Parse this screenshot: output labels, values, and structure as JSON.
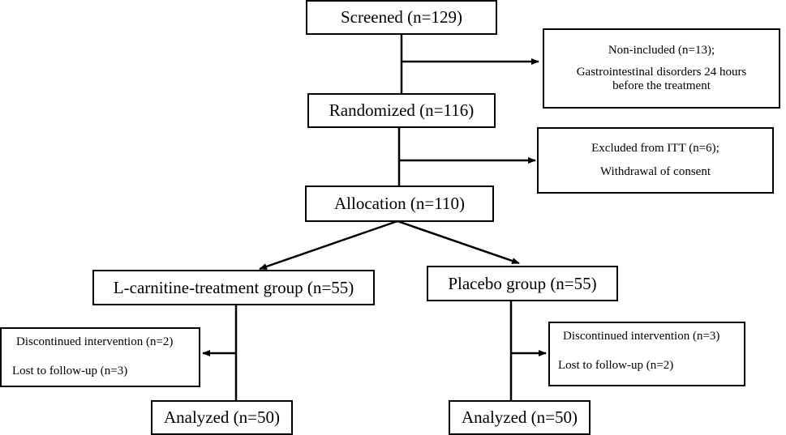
{
  "flowchart": {
    "screened": "Screened (n=129)",
    "non_included": {
      "title": "Non-included (n=13);",
      "reason_line1": "Gastrointestinal disorders 24 hours",
      "reason_line2": "before the treatment"
    },
    "randomized": "Randomized (n=116)",
    "excluded_itt": {
      "title": "Excluded from ITT (n=6);",
      "reason": "Withdrawal of consent"
    },
    "allocation": "Allocation (n=110)",
    "lcarnitine_group": {
      "label": "L-carnitine-treatment group (n=55)",
      "discontinued": "Discontinued intervention (n=2)",
      "lost": "Lost to follow-up (n=3)",
      "analyzed": "Analyzed (n=50)"
    },
    "placebo_group": {
      "label": "Placebo group (n=55)",
      "discontinued": "Discontinued intervention (n=3)",
      "lost": "Lost to follow-up (n=2)",
      "analyzed": "Analyzed (n=50)"
    }
  },
  "colors": {
    "stroke": "#000000",
    "background": "#ffffff"
  }
}
